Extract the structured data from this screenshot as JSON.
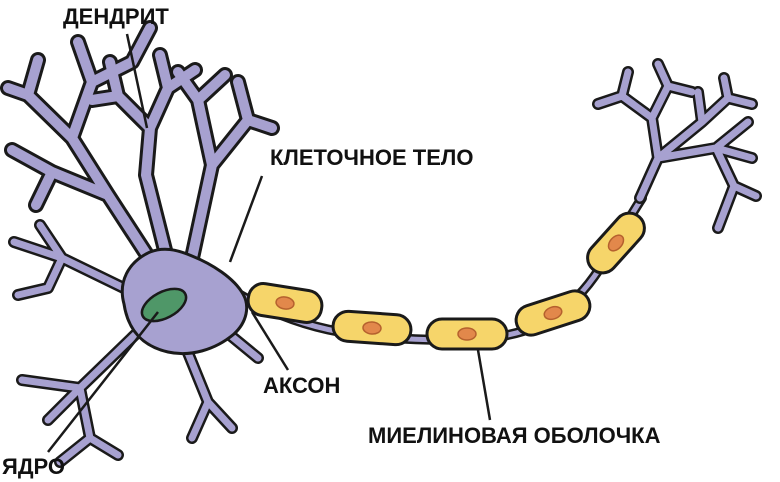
{
  "diagram": {
    "title": "Neuron structure diagram",
    "labels": {
      "dendrite": "ДЕНДРИТ",
      "cell_body": "КЛЕТОЧНОЕ ТЕЛО",
      "axon": "АКСОН",
      "myelin_sheath": "МИЕЛИНОВАЯ ОБОЛОЧКА",
      "nucleus": "ЯДРО"
    },
    "parts": {
      "myelin_segment_count": 5
    },
    "colors": {
      "background": "#ffffff",
      "neuron_body": "#a7a1d0",
      "outline": "#1a1a1a",
      "nucleus": "#4f9768",
      "myelin": "#f6d56a",
      "myelin_node": "#e2884b",
      "label_text": "#111111"
    }
  }
}
